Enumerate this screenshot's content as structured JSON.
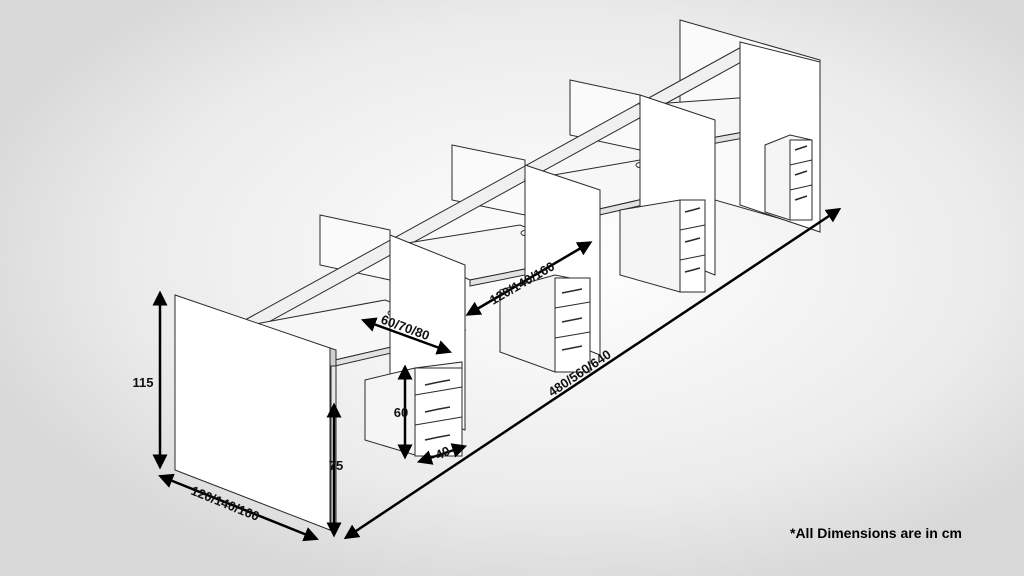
{
  "dimensions": {
    "overall_length": "480/560/640",
    "desk_width_front": "120/140/160",
    "desk_width_top": "120/140/160",
    "desk_depth": "60/70/80",
    "panel_height": "115",
    "desk_height": "75",
    "pedestal_height": "60",
    "pedestal_depth": "40"
  },
  "note": "*All Dimensions are in cm",
  "colors": {
    "panel": "#ffffff",
    "edge": "#2a2a2a",
    "shadow": "#d6d6d6",
    "line": "#000000"
  }
}
